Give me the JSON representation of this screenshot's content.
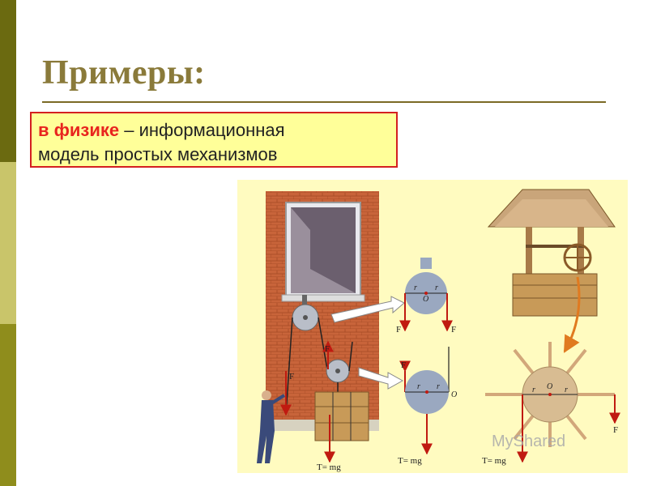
{
  "slide": {
    "title": "Примеры:",
    "callout": {
      "highlight": "в физике",
      "rest_line1": " – информационная",
      "line2": "модель простых механизмов"
    }
  },
  "figure": {
    "labels": {
      "force": "F",
      "tension": "T= mg",
      "radius": "r",
      "center": "O"
    },
    "watermark": "MyShared"
  },
  "colors": {
    "title": "#8a7a3a",
    "callout_fill": "#ffff99",
    "callout_border": "#d42020",
    "highlight": "#e8241e",
    "force_arrow": "#c01a10",
    "figure_bg": "#fffbc0"
  }
}
